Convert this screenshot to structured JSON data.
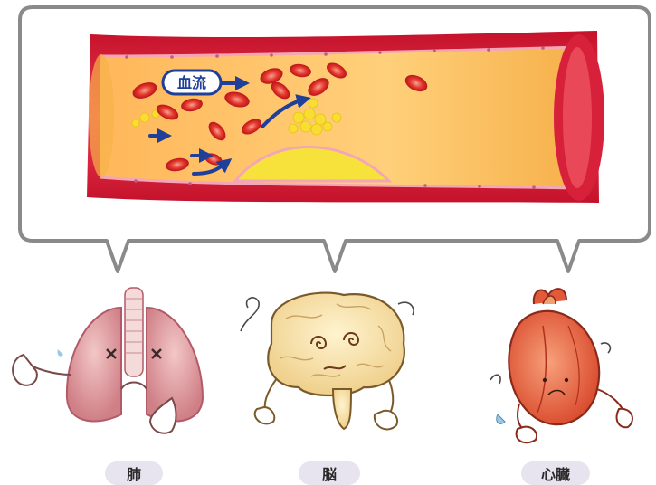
{
  "callout": {
    "blood_flow_label": "血流"
  },
  "organs": [
    {
      "label": "肺"
    },
    {
      "label": "脳"
    },
    {
      "label": "心臓"
    }
  ],
  "colors": {
    "callout_border": "#8a8a8a",
    "vessel_wall": "#d8233a",
    "plaque": "#f7e23c",
    "flow_arrow": "#1f3f99",
    "label_pill": "#e8e4ef"
  }
}
